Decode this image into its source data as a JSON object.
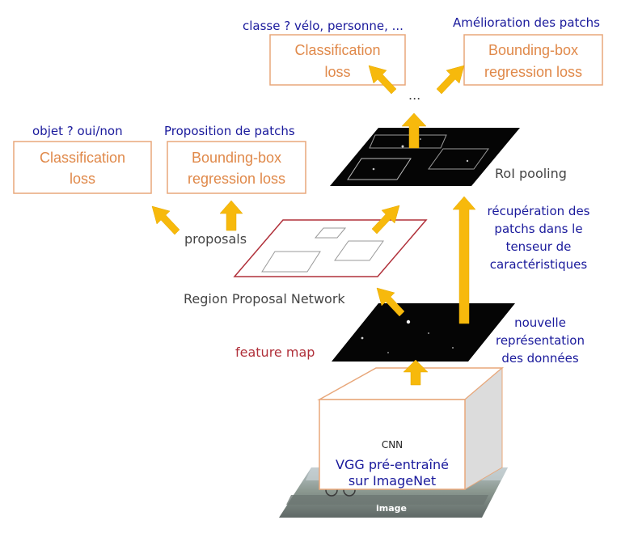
{
  "top_labels": {
    "class_question": "classe ? vélo, personne, ...",
    "patch_improvement": "Amélioration des patchs",
    "object_question": "objet ? oui/non",
    "patch_proposal": "Proposition de patchs"
  },
  "boxes": {
    "top_classification": [
      "Classification",
      "loss"
    ],
    "top_bbox": [
      "Bounding-box",
      "regression loss"
    ],
    "left_classification": [
      "Classification",
      "loss"
    ],
    "left_bbox": [
      "Bounding-box",
      "regression loss"
    ]
  },
  "labels": {
    "ellipsis": "...",
    "roi_pooling": "RoI pooling",
    "proposals": "proposals",
    "rpn": "Region Proposal Network",
    "feature_map": "feature map",
    "cnn": "CNN",
    "vgg": [
      "VGG pré-entraîné",
      "sur ImageNet"
    ],
    "image": "image"
  },
  "annotations": {
    "patch_recovery": [
      "récupération des",
      "patchs dans le",
      "tenseur de",
      "caractéristiques"
    ],
    "new_representation": [
      "nouvelle",
      "représentation",
      "des données"
    ]
  },
  "colors": {
    "annotation_blue": "#1a1a9c",
    "loss_orange": "#e0894a",
    "arrow_yellow": "#f7b90c",
    "feature_map_red": "#b0303a"
  }
}
